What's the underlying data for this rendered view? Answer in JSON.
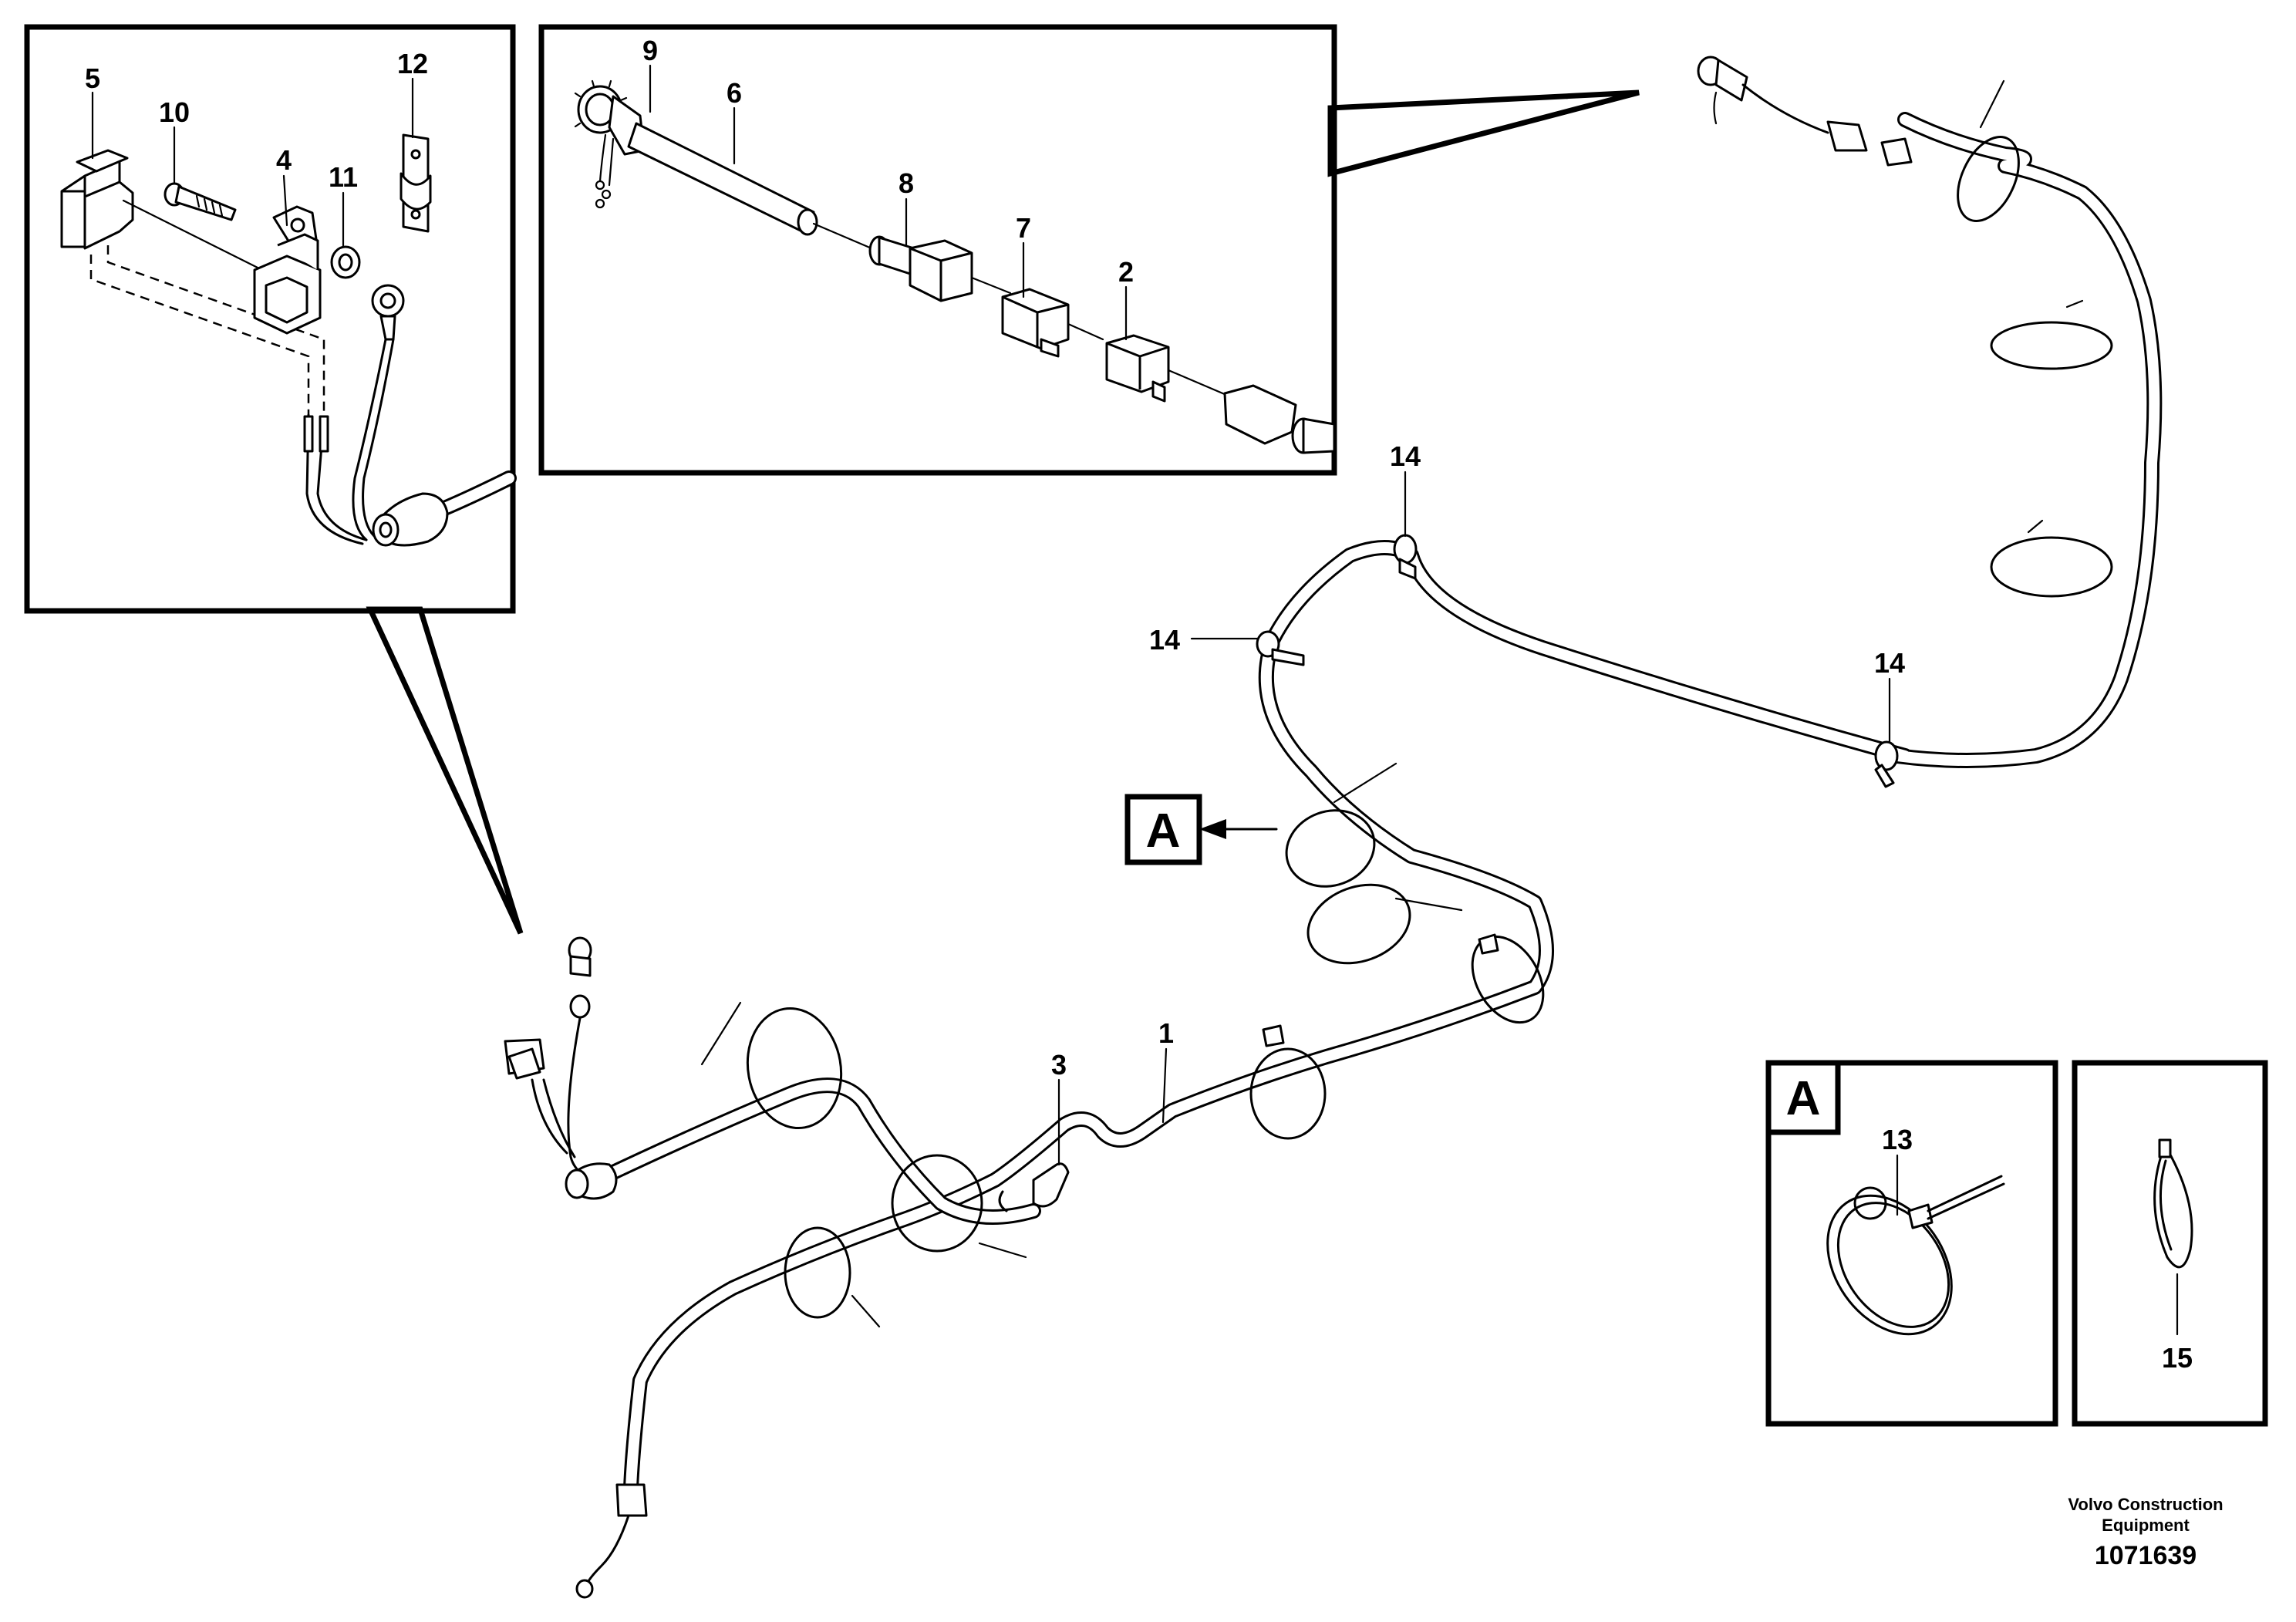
{
  "labels": {
    "p1": "1",
    "p2": "2",
    "p3": "3",
    "p4": "4",
    "p5": "5",
    "p6": "6",
    "p7": "7",
    "p8": "8",
    "p9": "9",
    "p10": "10",
    "p11": "11",
    "p12": "12",
    "p13": "13",
    "p14": "14",
    "p15": "15"
  },
  "detail_marker": "A",
  "footer": {
    "company_line1": "Volvo Construction",
    "company_line2": "Equipment",
    "drawing_number": "1071639"
  }
}
